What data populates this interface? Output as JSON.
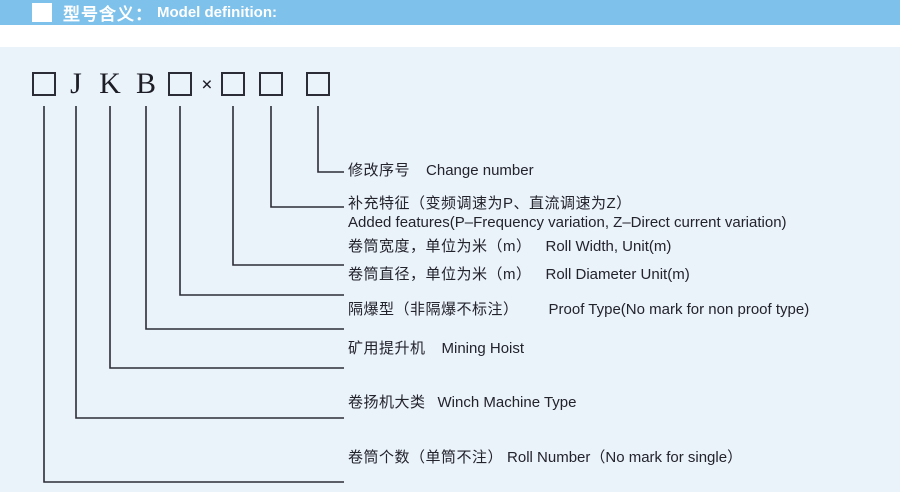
{
  "header": {
    "title_zh": "型号含义：",
    "title_en": "Model definition:"
  },
  "model_code": {
    "symbols": [
      {
        "type": "box",
        "label": "",
        "meaning": "roll-number"
      },
      {
        "type": "letter",
        "label": "J",
        "meaning": "winch-machine-class"
      },
      {
        "type": "letter",
        "label": "K",
        "meaning": "mining-hoist"
      },
      {
        "type": "letter",
        "label": "B",
        "meaning": "proof-type"
      },
      {
        "type": "box",
        "label": "",
        "meaning": "roll-diameter"
      },
      {
        "type": "symbol",
        "label": "×",
        "meaning": "multiply-sign"
      },
      {
        "type": "box",
        "label": "",
        "meaning": "roll-width"
      },
      {
        "type": "box",
        "label": "",
        "meaning": "added-features"
      },
      {
        "type": "box",
        "label": "",
        "meaning": "change-number"
      }
    ]
  },
  "labels": [
    {
      "zh": "修改序号",
      "en": "Change number"
    },
    {
      "zh": "补充特征（变频调速为P、直流调速为Z）",
      "en": "Added features(P–Frequency variation, Z–Direct current variation)"
    },
    {
      "zh": "卷筒宽度，单位为米（m）",
      "en": "Roll Width, Unit(m)"
    },
    {
      "zh": "卷筒直径，单位为米（m）",
      "en": "Roll Diameter Unit(m)"
    },
    {
      "zh": "隔爆型（非隔爆不标注）",
      "en": "Proof Type(No mark for non proof type)"
    },
    {
      "zh": "矿用提升机",
      "en": "Mining Hoist"
    },
    {
      "zh": "卷扬机大类",
      "en": "Winch Machine Type"
    },
    {
      "zh": "卷筒个数（单筒不注）",
      "en": "Roll Number（No mark for single）"
    }
  ],
  "colors": {
    "header_bar": "#7ec1ea",
    "panel_bg": "#eaf2fa",
    "ink": "#2c2c36"
  }
}
